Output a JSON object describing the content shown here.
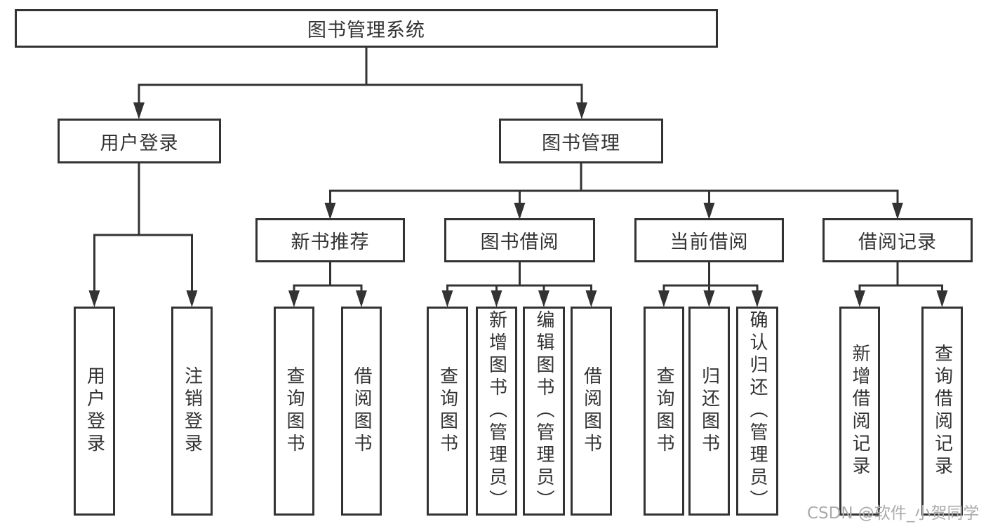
{
  "diagram": {
    "title": "图书管理系统",
    "root": {
      "label": "图书管理系统"
    },
    "level2": [
      {
        "id": "user-login",
        "label": "用户登录"
      },
      {
        "id": "book-management",
        "label": "图书管理"
      }
    ],
    "level3": [
      {
        "id": "new-book-recommend",
        "label": "新书推荐",
        "parent": "book-management"
      },
      {
        "id": "book-borrowing",
        "label": "图书借阅",
        "parent": "book-management"
      },
      {
        "id": "current-borrowing",
        "label": "当前借阅",
        "parent": "book-management"
      },
      {
        "id": "borrowing-records",
        "label": "借阅记录",
        "parent": "book-management"
      }
    ],
    "leaves": [
      {
        "label": "用户登录",
        "parent": "user-login"
      },
      {
        "label": "注销登录",
        "parent": "user-login"
      },
      {
        "label": "查询图书",
        "parent": "new-book-recommend"
      },
      {
        "label": "借阅图书",
        "parent": "new-book-recommend"
      },
      {
        "label": "查询图书",
        "parent": "book-borrowing"
      },
      {
        "label": "新增图书（管理员）",
        "parent": "book-borrowing"
      },
      {
        "label": "编辑图书（管理员）",
        "parent": "book-borrowing"
      },
      {
        "label": "借阅图书",
        "parent": "book-borrowing"
      },
      {
        "label": "查询图书",
        "parent": "current-borrowing"
      },
      {
        "label": "归还图书",
        "parent": "current-borrowing"
      },
      {
        "label": "确认归还（管理员）",
        "parent": "current-borrowing"
      },
      {
        "label": "新增借阅记录",
        "parent": "borrowing-records"
      },
      {
        "label": "查询借阅记录",
        "parent": "borrowing-records"
      }
    ]
  },
  "colors": {
    "line": "#333333",
    "text": "#333333",
    "box_background": "#ffffff",
    "watermark": "#ababab"
  },
  "watermark": {
    "text": "CSDN @软件_小贺同学"
  }
}
